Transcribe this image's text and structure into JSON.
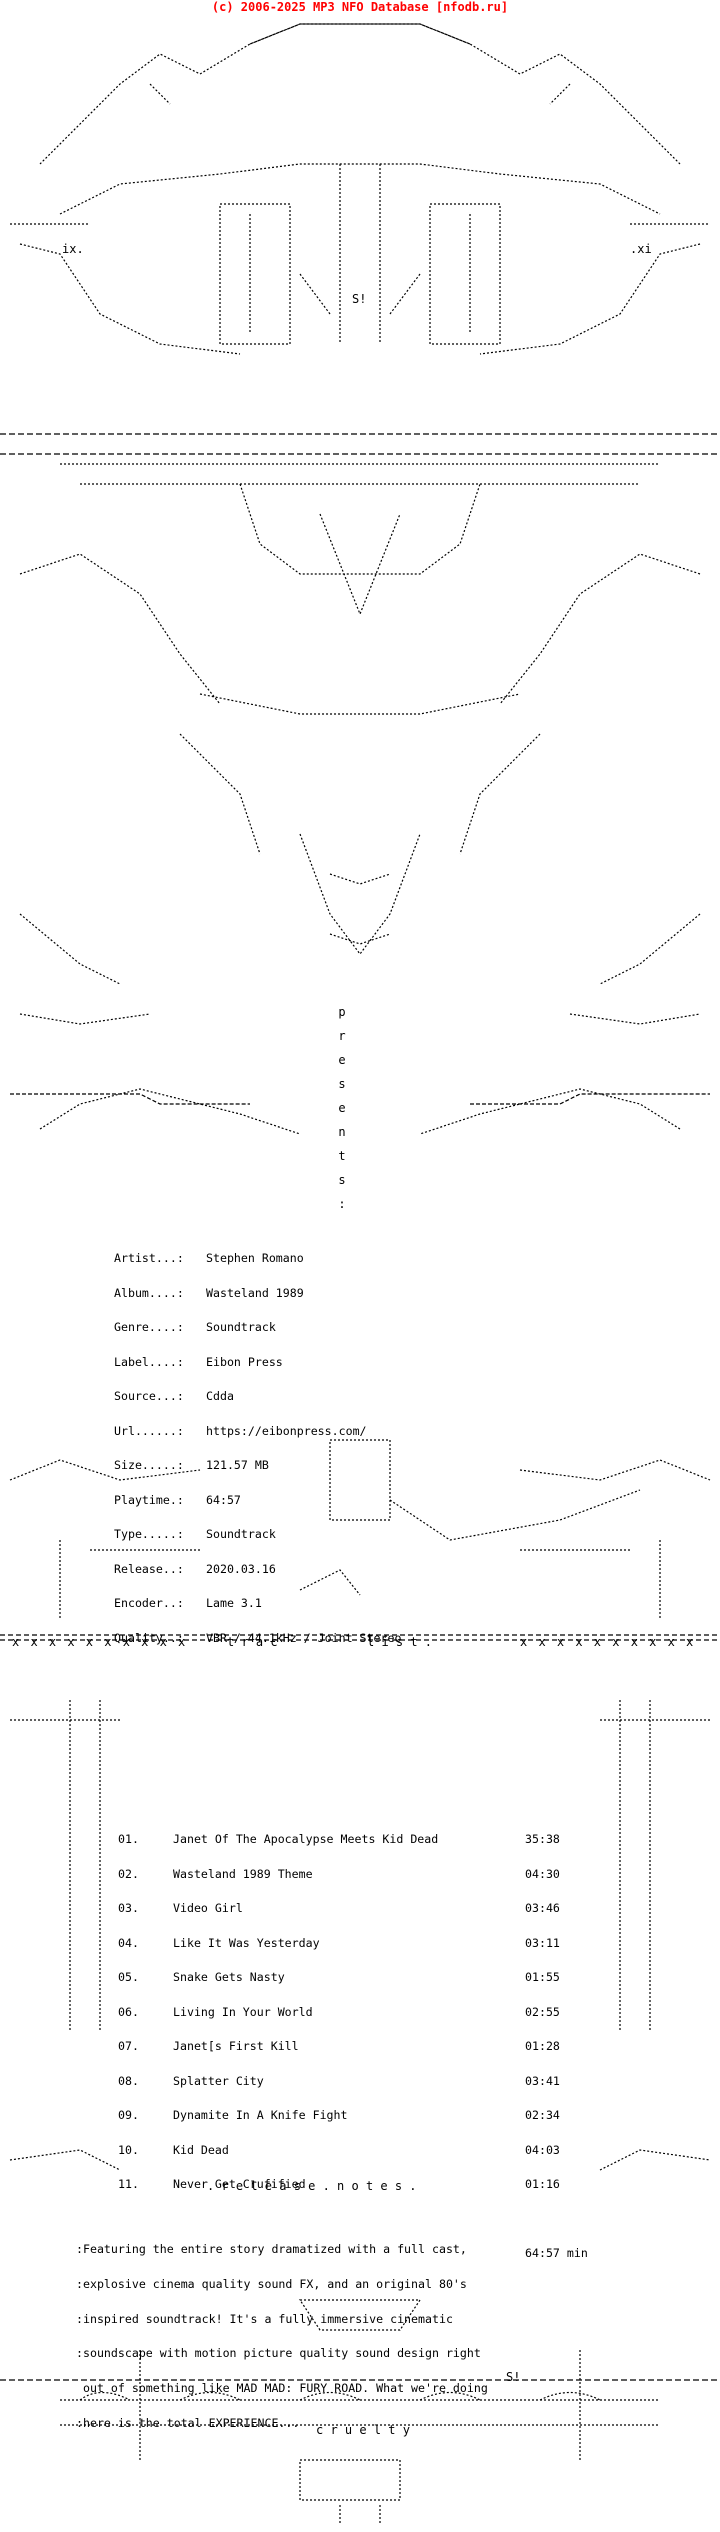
{
  "header": "(c) 2006-2025 MP3 NFO Database [nfodb.ru]",
  "presents_letters": [
    "p",
    "r",
    "e",
    "s",
    "e",
    "n",
    "t",
    "s",
    ":"
  ],
  "info": [
    {
      "key": "Artist...:",
      "value": "Stephen Romano"
    },
    {
      "key": "Album....:",
      "value": "Wasteland 1989"
    },
    {
      "key": "Genre....:",
      "value": "Soundtrack"
    },
    {
      "key": "Label....:",
      "value": "Eibon Press"
    },
    {
      "key": "Source...:",
      "value": "Cdda"
    },
    {
      "key": "Url......:",
      "value": "https://eibonpress.com/"
    },
    {
      "key": "Size.....:",
      "value": "121.57 MB"
    },
    {
      "key": "Playtime.:",
      "value": "64:57"
    },
    {
      "key": "Type.....:",
      "value": "Soundtrack"
    },
    {
      "key": "Release..:",
      "value": "2020.03.16"
    },
    {
      "key": "Encoder..:",
      "value": "Lame 3.1"
    },
    {
      "key": "Quality..:",
      "value": "VBR / 44.1kHz / Joint Stereo"
    }
  ],
  "tracklist_heading": "t r a c",
  "tracklist_heading2": "l i s t .",
  "tracks": [
    {
      "num": "01.",
      "title": "Janet Of The Apocalypse Meets Kid Dead",
      "length": "35:38"
    },
    {
      "num": "02.",
      "title": "Wasteland 1989 Theme",
      "length": "04:30"
    },
    {
      "num": "03.",
      "title": "Video Girl",
      "length": "03:46"
    },
    {
      "num": "04.",
      "title": "Like It Was Yesterday",
      "length": "03:11"
    },
    {
      "num": "05.",
      "title": "Snake Gets Nasty",
      "length": "01:55"
    },
    {
      "num": "06.",
      "title": "Living In Your World",
      "length": "02:55"
    },
    {
      "num": "07.",
      "title": "Janet[s First Kill",
      "length": "01:28"
    },
    {
      "num": "08.",
      "title": "Splatter City",
      "length": "03:41"
    },
    {
      "num": "09.",
      "title": "Dynamite In A Knife Fight",
      "length": "02:34"
    },
    {
      "num": "10.",
      "title": "Kid Dead",
      "length": "04:03"
    },
    {
      "num": "11.",
      "title": "Never Get Crufified",
      "length": "01:16"
    }
  ],
  "total_time": "64:57 min",
  "notes_heading": ". r e l e a s e . n o t e s .",
  "notes": [
    ":Featuring the entire story dramatized with a full cast,",
    ":explosive cinema quality sound FX, and an original 80's",
    ":inspired soundtrack! It's a fully immersive cinematic",
    ":soundscape with motion picture quality sound design right",
    " out of something like MAD MAD: FURY ROAD. What we're doing",
    ":here is the total EXPERIENCE..."
  ],
  "footer_word": "c r u e l t y",
  "art_marks": {
    "top_left": "ix.",
    "top_right": ".xi",
    "center_s": "S!",
    "footer_s": "S!"
  }
}
